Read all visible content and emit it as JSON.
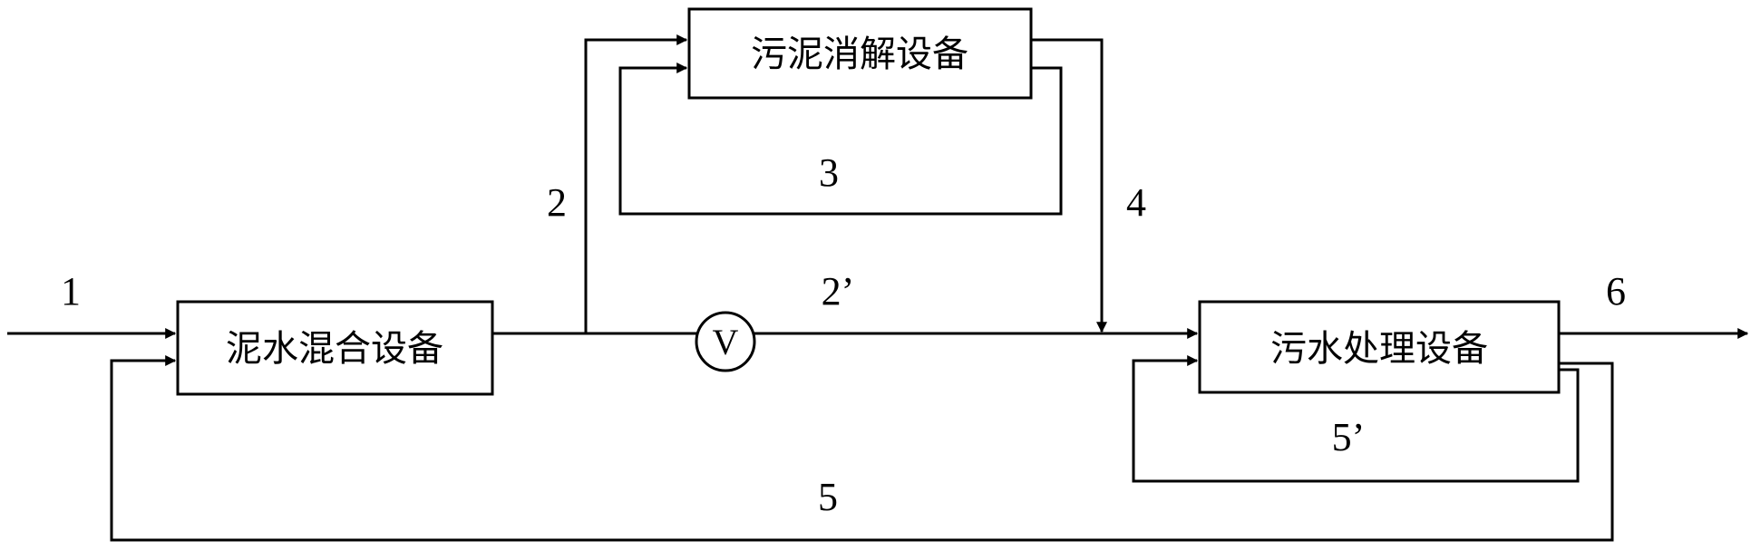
{
  "boxes": {
    "mixing": "泥水混合设备",
    "digestion": "污泥消解设备",
    "treatment": "污水处理设备"
  },
  "valve": "V",
  "streams": {
    "s1": "1",
    "s2": "2",
    "s2p": "2’",
    "s3": "3",
    "s4": "4",
    "s5": "5",
    "s5p": "5’",
    "s6": "6"
  }
}
